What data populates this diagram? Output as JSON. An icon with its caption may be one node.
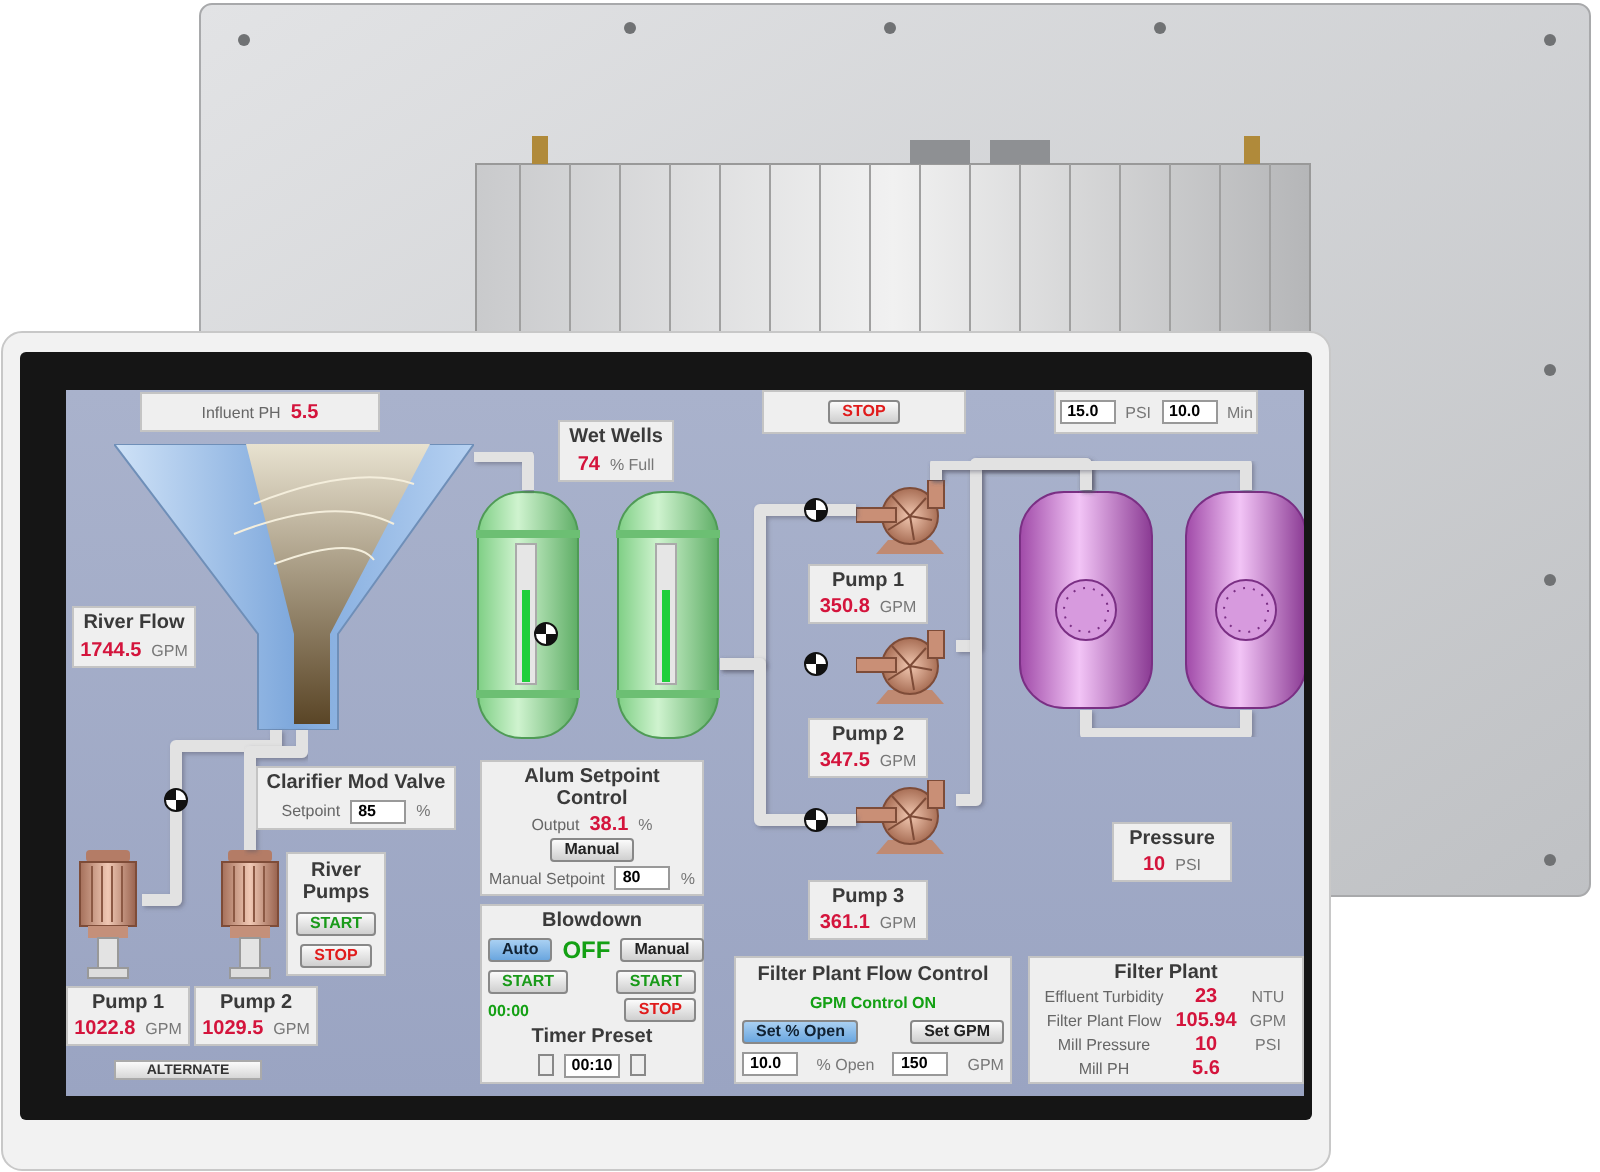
{
  "diagram": {
    "nodes": [
      {
        "text": [
          "Influent PH",
          "5.5"
        ]
      },
      {
        "text": [
          "Wet Wells",
          "74",
          "% Full"
        ]
      },
      {
        "text": [
          "STOP"
        ]
      },
      {
        "text": [
          "15.0",
          "PSI",
          "10.0",
          "Min"
        ]
      },
      {
        "text": [],
        "shape": "picture"
      },
      {
        "text": [],
        "shape": "picture"
      },
      {
        "text": [],
        "shape": "picture"
      },
      {
        "text": [],
        "shape": "picture"
      },
      {
        "text": [
          "River Flow",
          "1744.5",
          "GPM"
        ]
      },
      {
        "text": [],
        "shape": "picture"
      },
      {
        "text": [],
        "shape": "picture"
      },
      {
        "text": [
          "Pump 1",
          "350.8",
          "GPM"
        ]
      },
      {
        "text": [],
        "shape": "picture"
      },
      {
        "text": [
          "Pump 2",
          "347.5",
          "GPM"
        ]
      },
      {
        "text": [
          "Clarifier Mod Valve",
          "Setpoint",
          "85",
          "%"
        ]
      },
      {
        "text": [
          "Alum Setpoint Control",
          "Output",
          "38.1",
          "%",
          "Manual",
          "Manual Setpoint",
          "80",
          "%"
        ]
      },
      {
        "text": [],
        "shape": "picture"
      },
      {
        "text": [
          "Pressure",
          "10",
          "PSI"
        ]
      },
      {
        "text": [],
        "shape": "picture"
      },
      {
        "text": [],
        "shape": "picture"
      },
      {
        "text": [
          "River Pumps",
          "START",
          "STOP"
        ]
      },
      {
        "text": [
          "Pump 3",
          "361.1",
          "GPM"
        ]
      },
      {
        "text": [
          "Blowdown",
          "Auto",
          "OFF",
          "Manual",
          "START",
          "START",
          "00:00",
          "STOP",
          "Timer Preset",
          "00:10"
        ]
      },
      {
        "text": [
          "Pump 1",
          "1022.8",
          "GPM"
        ]
      },
      {
        "text": [
          "Pump 2",
          "1029.5",
          "GPM"
        ]
      },
      {
        "text": [
          "Filter Plant Flow Control",
          "GPM Control ON",
          "Set % Open",
          "Set GPM",
          "10.0",
          "% Open",
          "150",
          "GPM"
        ]
      },
      {
        "text": [
          "Filter Plant",
          "Effluent Turbidity",
          "23",
          "NTU",
          "Filter Plant Flow",
          "105.94",
          "GPM",
          "Mill Pressure",
          "10",
          "PSI",
          "Mill PH",
          "5.6"
        ]
      }
    ],
    "edges": [
      {
        "from": 4,
        "to": 5,
        "arrow": "none"
      },
      {
        "from": 5,
        "to": 6,
        "arrow": "none"
      },
      {
        "from": 6,
        "to": 7,
        "arrow": "none"
      },
      {
        "from": 6,
        "to": 12,
        "arrow": "none"
      },
      {
        "from": 6,
        "to": 16,
        "arrow": "none"
      },
      {
        "from": 7,
        "to": 9,
        "arrow": "none"
      },
      {
        "from": 12,
        "to": 9,
        "arrow": "none"
      },
      {
        "from": 16,
        "to": 9,
        "arrow": "none"
      },
      {
        "from": 9,
        "to": 10,
        "arrow": "none"
      },
      {
        "from": 7,
        "to": 10,
        "arrow": "none"
      },
      {
        "from": 18,
        "to": 4,
        "arrow": "none"
      },
      {
        "from": 19,
        "to": 4,
        "arrow": "none"
      }
    ],
    "labels": [
      "ALTERNATE"
    ]
  }
}
